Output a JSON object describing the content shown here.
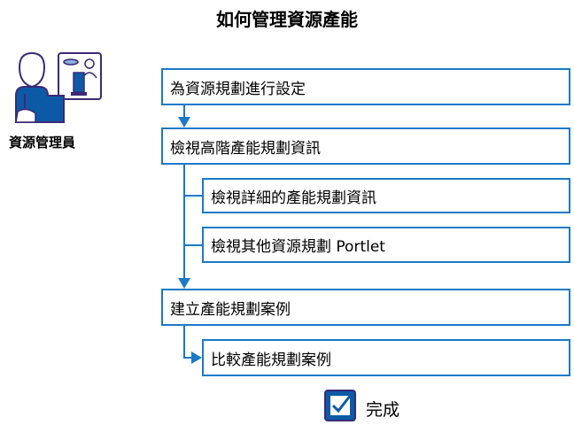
{
  "title": "如何管理資源產能",
  "role": {
    "label": "資源管理員",
    "icon": "resource-manager-icon"
  },
  "steps": [
    {
      "label": "為資源規劃進行設定"
    },
    {
      "label": "檢視高階產能規劃資訊"
    },
    {
      "label": "檢視詳細的產能規劃資訊"
    },
    {
      "label": "檢視其他資源規劃 Portlet"
    },
    {
      "label": "建立產能規劃案例"
    },
    {
      "label": "比較產能規劃案例"
    }
  ],
  "done": {
    "label": "完成",
    "icon": "checkbox-checked-icon"
  },
  "colors": {
    "accent": "#1a7ac8",
    "icon_purple": "#3b2a78",
    "icon_blue": "#0c5aa6"
  }
}
